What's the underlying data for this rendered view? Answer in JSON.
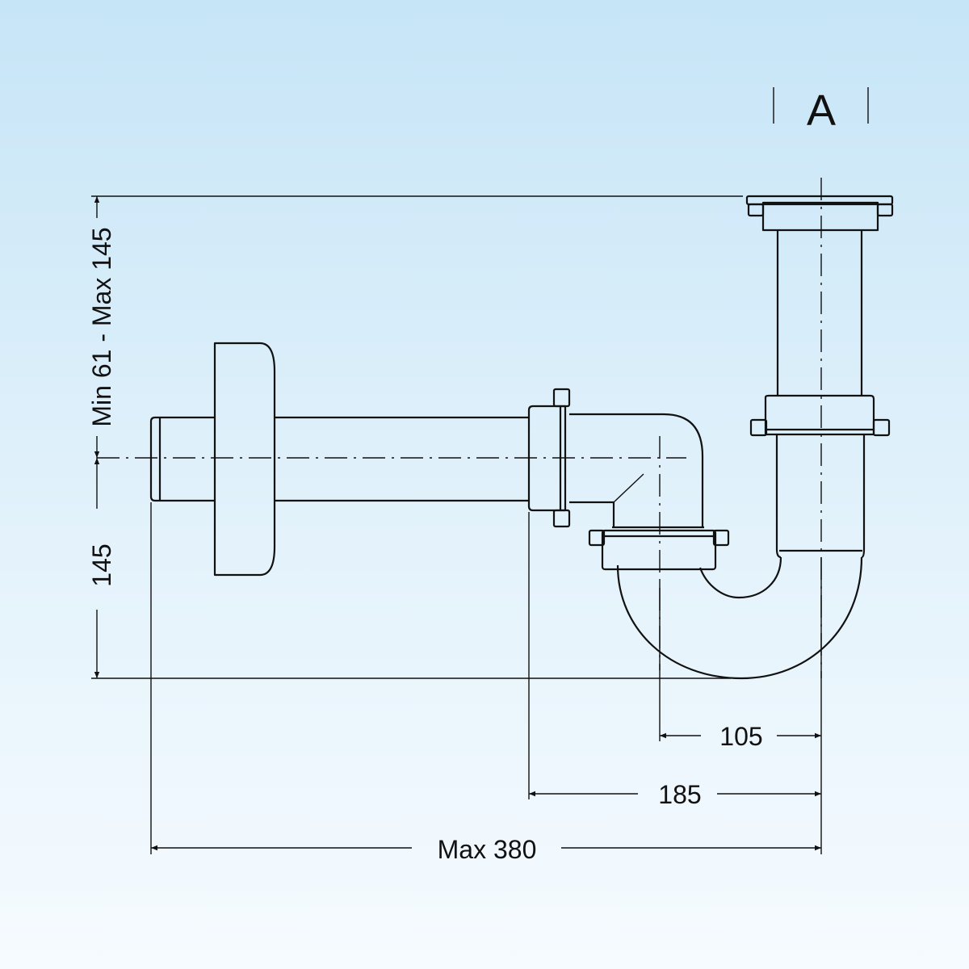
{
  "section_label": "A",
  "dimensions": {
    "height_adjust": "Min 61 - Max 145",
    "height_outlet": "145",
    "offset_105": "105",
    "offset_185": "185",
    "max_length": "Max 380"
  }
}
